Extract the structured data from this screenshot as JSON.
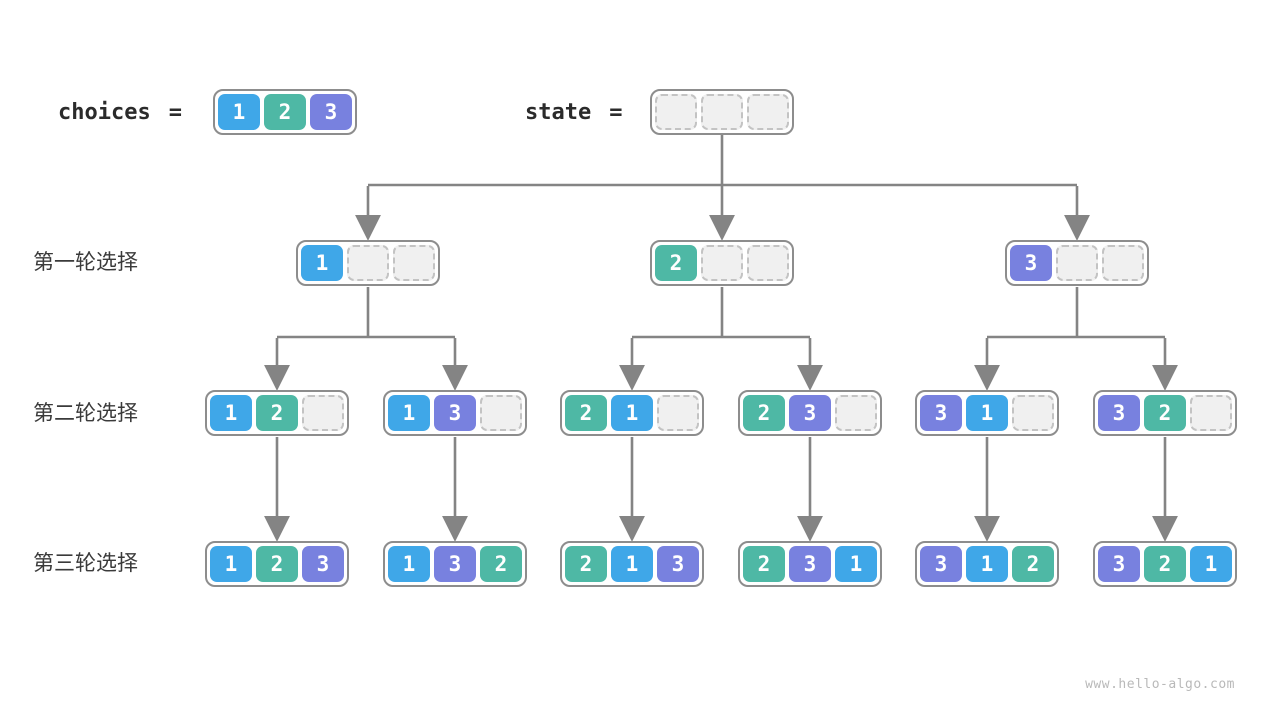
{
  "colors": {
    "1": "#3FA7E8",
    "2": "#4EB8A5",
    "3": "#7881DF",
    "empty": "#F0F0F0",
    "line": "#848484"
  },
  "header": {
    "choices_label": "choices",
    "equals": "=",
    "choices_cells": [
      "1",
      "2",
      "3"
    ],
    "state_label": "state",
    "state_cells": [
      "",
      "",
      ""
    ]
  },
  "rows": [
    {
      "label": "第一轮选择",
      "nodes": [
        [
          "1",
          "",
          ""
        ],
        [
          "2",
          "",
          ""
        ],
        [
          "3",
          "",
          ""
        ]
      ]
    },
    {
      "label": "第二轮选择",
      "nodes": [
        [
          "1",
          "2",
          ""
        ],
        [
          "1",
          "3",
          ""
        ],
        [
          "2",
          "1",
          ""
        ],
        [
          "2",
          "3",
          ""
        ],
        [
          "3",
          "1",
          ""
        ],
        [
          "3",
          "2",
          ""
        ]
      ]
    },
    {
      "label": "第三轮选择",
      "nodes": [
        [
          "1",
          "2",
          "3"
        ],
        [
          "1",
          "3",
          "2"
        ],
        [
          "2",
          "1",
          "3"
        ],
        [
          "2",
          "3",
          "1"
        ],
        [
          "3",
          "1",
          "2"
        ],
        [
          "3",
          "2",
          "1"
        ]
      ]
    }
  ],
  "watermark": "www.hello-algo.com"
}
